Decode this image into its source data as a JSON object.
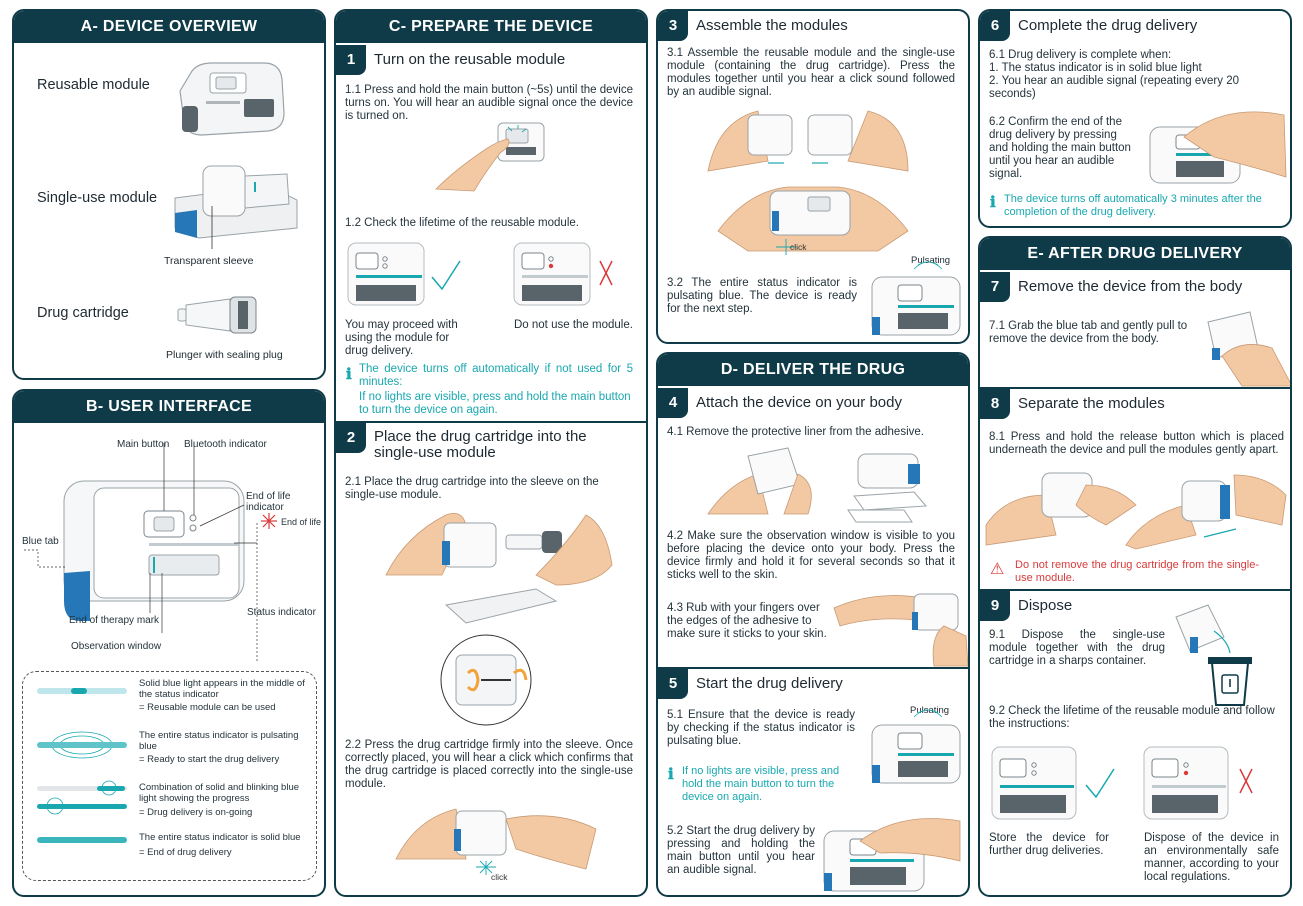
{
  "colors": {
    "navy": "#0f3b48",
    "teal": "#19a8b0",
    "blue": "#2577b8",
    "red": "#d93a3a",
    "skin": "#f2c9a3"
  },
  "panelA": {
    "title": "A- DEVICE OVERVIEW",
    "reusable": "Reusable module",
    "singleuse": "Single-use module",
    "sleeve": "Transparent sleeve",
    "cartridge": "Drug cartridge",
    "plunger": "Plunger with sealing plug"
  },
  "panelB": {
    "title": "B- USER INTERFACE",
    "main_button": "Main button",
    "bluetooth": "Bluetooth indicator",
    "end_of_life_ind": "End of life indicator",
    "end_of_life": "End of life",
    "blue_tab": "Blue tab",
    "status_ind": "Status indicator",
    "end_therapy": "End of therapy mark",
    "obs_window": "Observation window",
    "legend": [
      {
        "desc": "Solid blue light appears in the middle of the status indicator",
        "meaning": "= Reusable module can be used"
      },
      {
        "desc": "The entire status indicator is pulsating blue",
        "meaning": "= Ready to start the drug delivery"
      },
      {
        "desc": "Combination of solid and blinking blue light showing the progress",
        "meaning": "= Drug delivery is on-going"
      },
      {
        "desc": "The entire status indicator is solid blue",
        "meaning": "= End of drug delivery"
      }
    ]
  },
  "panelC": {
    "title": "C- PREPARE THE DEVICE",
    "s1": {
      "num": "1",
      "title": "Turn on the reusable module",
      "t1": "1.1 Press and hold the main button (~5s) until the device turns on. You will hear an audible signal once the device is turned on.",
      "t2": "1.2 Check the lifetime of the reusable module.",
      "ok": "You may proceed with using the module for drug delivery.",
      "no": "Do not use the module.",
      "note1": "The device turns off automatically if not used for 5 minutes:",
      "note2": "If no lights are visible, press and hold the main button to turn the device on again."
    },
    "s2": {
      "num": "2",
      "title": "Place the drug cartridge into the single-use module",
      "t1": "2.1 Place the drug cartridge into the sleeve on the single-use module.",
      "t2": "2.2 Press the drug cartridge firmly into the sleeve. Once correctly placed, you will hear a click which confirms that the drug cartridge is placed correctly into the single-use module.",
      "click": "click"
    }
  },
  "col3": {
    "s3": {
      "num": "3",
      "title": "Assemble the modules",
      "t1": "3.1 Assemble the reusable module and the single-use module (containing the drug cartridge). Press the modules together until you hear a click sound followed by an audible signal.",
      "click": "click",
      "t2": "3.2 The entire status indicator is pulsating blue. The device is ready for the next step.",
      "pulsating": "Pulsating"
    },
    "panelD": {
      "title": "D- DELIVER THE DRUG"
    },
    "s4": {
      "num": "4",
      "title": "Attach the device on your body",
      "t1": "4.1 Remove the protective liner from the adhesive.",
      "t2": "4.2 Make sure the observation window is visible to you before placing the device onto your body. Press the device firmly and hold it for several seconds so that it sticks well to the skin.",
      "t3": "4.3 Rub with your fingers over the edges of the adhesive to make sure it sticks to your skin."
    },
    "s5": {
      "num": "5",
      "title": "Start the drug delivery",
      "t1": "5.1 Ensure that the device is ready by checking if the status indicator is pulsating blue.",
      "pulsating": "Pulsating",
      "note": "If no lights are visible, press and hold the main button to turn the device on again.",
      "t2": "5.2 Start the drug delivery by pressing and holding the main button until you hear an audible signal."
    }
  },
  "col4": {
    "s6": {
      "num": "6",
      "title": "Complete the drug delivery",
      "t1": "6.1 Drug delivery is complete when:",
      "t1a": "1. The status indicator is in solid blue light",
      "t1b": "2. You hear an audible signal (repeating every 20 seconds)",
      "t2": "6.2 Confirm the end of the drug delivery by pressing and holding the main button until you hear an audible signal.",
      "note": "The device turns off automatically 3 minutes after the completion of the drug delivery."
    },
    "panelE": {
      "title": "E- AFTER DRUG DELIVERY"
    },
    "s7": {
      "num": "7",
      "title": "Remove the device from the body",
      "t1": "7.1 Grab the blue tab and gently pull to remove the device from the body."
    },
    "s8": {
      "num": "8",
      "title": "Separate the modules",
      "t1": "8.1 Press and hold the release button which is placed underneath the device and pull the modules gently apart.",
      "warn": "Do not remove the drug cartridge from the single-use module."
    },
    "s9": {
      "num": "9",
      "title": "Dispose",
      "t1": "9.1 Dispose the single-use module together with the drug cartridge in a sharps container.",
      "t2": "9.2 Check the lifetime of the reusable module and follow the instructions:",
      "ok": "Store the device for further drug deliveries.",
      "no": "Dispose of the device in an environmentally safe manner, according to your local regulations."
    }
  }
}
